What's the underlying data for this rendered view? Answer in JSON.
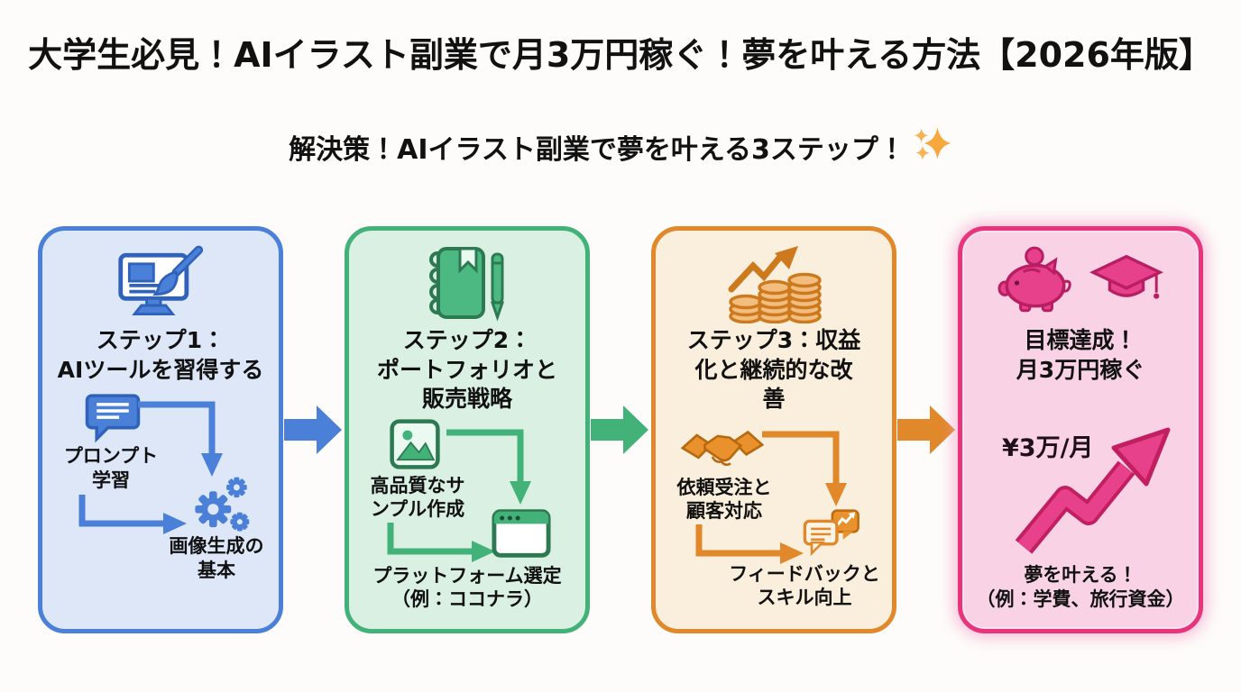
{
  "page": {
    "title": "大学生必見！AIイラスト副業で月3万円稼ぐ！夢を叶える方法【2026年版】",
    "subtitle": "解決策！AIイラスト副業で夢を叶える3ステップ！",
    "subtitle_icon": "sparkles"
  },
  "colors": {
    "background": "#fdfcfa",
    "text": "#111111",
    "sparkle": "#f6a83c",
    "step1_accent": "#4a80d8",
    "step1_fill": "#dde7f8",
    "step2_accent": "#43b279",
    "step2_fill": "#daf0e3",
    "step3_accent": "#e0882a",
    "step3_fill": "#faeedc",
    "step4_accent": "#e8337d",
    "step4_fill": "#f9d3e5"
  },
  "steps": [
    {
      "icon": "monitor-paintbrush",
      "title": "ステップ1：\nAIツールを習得する",
      "items": [
        {
          "icon": "speech-bubble",
          "label": "プロンプト\n学習"
        },
        {
          "icon": "gears",
          "label": "画像生成の\n基本"
        }
      ]
    },
    {
      "icon": "notebook-pen",
      "title": "ステップ2：\nポートフォリオと\n販売戦略",
      "items": [
        {
          "icon": "image",
          "label": "高品質なサ\nンプル作成"
        },
        {
          "icon": "browser-window",
          "label": "プラットフォーム選定\n（例：ココナラ）"
        }
      ]
    },
    {
      "icon": "coins-growth",
      "title": "ステップ3：収益\n化と継続的な改\n善",
      "items": [
        {
          "icon": "handshake",
          "label": "依頼受注と\n顧客対応"
        },
        {
          "icon": "feedback-bubbles",
          "label": "フィードバックと\nスキル向上"
        }
      ]
    },
    {
      "icon": "piggy-bank-and-graduation-cap",
      "title": "目標達成！\n月3万円稼ぐ",
      "money_label": "¥3万/月",
      "dream_label": "夢を叶える！\n（例：学費、旅行資金）"
    }
  ]
}
